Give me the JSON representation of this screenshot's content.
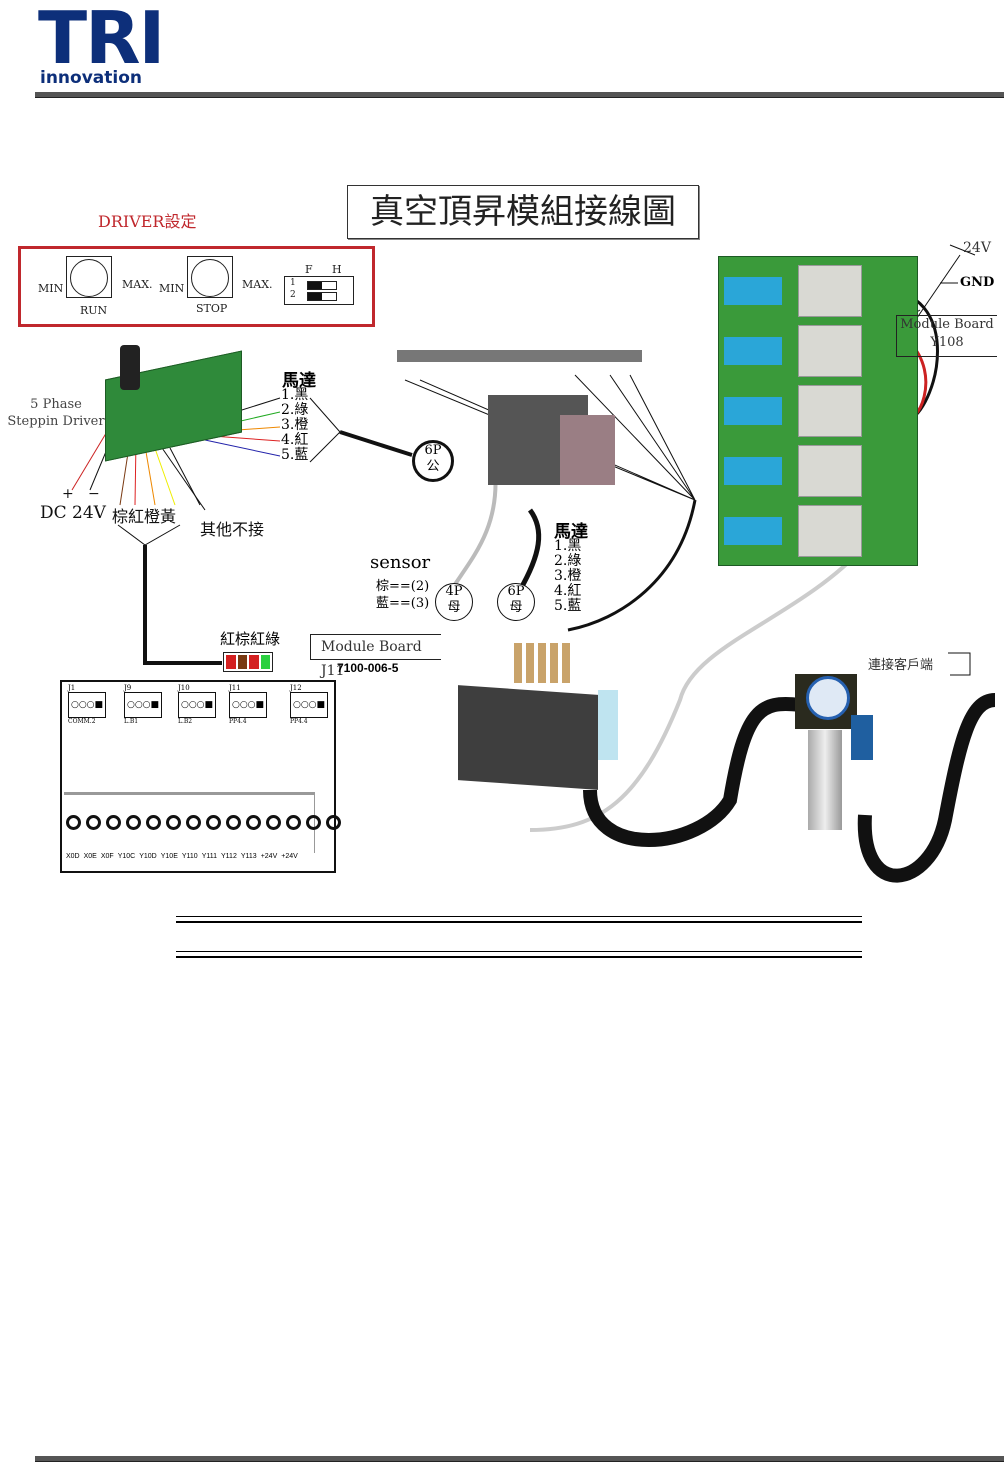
{
  "header": {
    "logo_main": "TRI",
    "logo_sub": "innovation"
  },
  "diagram": {
    "title": "真空頂昇模組接線圖",
    "driver_settings": {
      "title": "DRIVER設定",
      "run_dial": {
        "min": "MIN",
        "max": "MAX.",
        "label": "RUN"
      },
      "stop_dial": {
        "min": "MIN",
        "max": "MAX.",
        "label": "STOP"
      },
      "dip_switch": {
        "col_f": "F",
        "col_h": "H",
        "row1": "1",
        "row2": "2"
      }
    },
    "driver": {
      "name": "5 Phase Steppin Driver",
      "power_plus": "+",
      "power_minus": "−",
      "power": "DC  24V",
      "signal_colors": "棕紅橙黃",
      "other": "其他不接"
    },
    "motor_left": {
      "title": "馬達",
      "wires": [
        "1.黑",
        "2.綠",
        "3.橙",
        "4.紅",
        "5.藍"
      ]
    },
    "connector_6p_male": {
      "line1": "6P",
      "line2": "公"
    },
    "sensor": {
      "title": "sensor",
      "line1": "棕==(2)",
      "line2": "藍==(3)"
    },
    "connector_4p_female": {
      "line1": "4P",
      "line2": "母"
    },
    "connector_6p_female": {
      "line1": "6P",
      "line2": "母"
    },
    "motor_right": {
      "title": "馬達",
      "wires": [
        "1.黑",
        "2.綠",
        "3.橙",
        "4.紅",
        "5.藍"
      ]
    },
    "j11": {
      "colors_label": "紅棕紅綠",
      "board_label": "Module Board  J11",
      "part_no": "7100-006-5",
      "pin_colors": [
        "#d42020",
        "#7a3a12",
        "#d42020",
        "#2ad040"
      ]
    },
    "module_board": {
      "connectors": [
        {
          "name": "J1",
          "label": "COMM.2"
        },
        {
          "name": "J9",
          "label": "L.B1"
        },
        {
          "name": "J10",
          "label": "L.B2"
        },
        {
          "name": "J11",
          "label": "PP4.4"
        },
        {
          "name": "J12",
          "label": "PP4.4"
        }
      ],
      "terminals": [
        "X0D",
        "X0E",
        "X0F",
        "Y10C",
        "Y10D",
        "Y10E",
        "Y110",
        "Y111",
        "Y112",
        "Y113",
        "+24V",
        "+24V"
      ]
    },
    "relay_board": {
      "v24": "24V",
      "gnd": "GND",
      "label_line1": "Module Board",
      "label_line2": "Y108"
    },
    "customer": "連接客戶端"
  }
}
